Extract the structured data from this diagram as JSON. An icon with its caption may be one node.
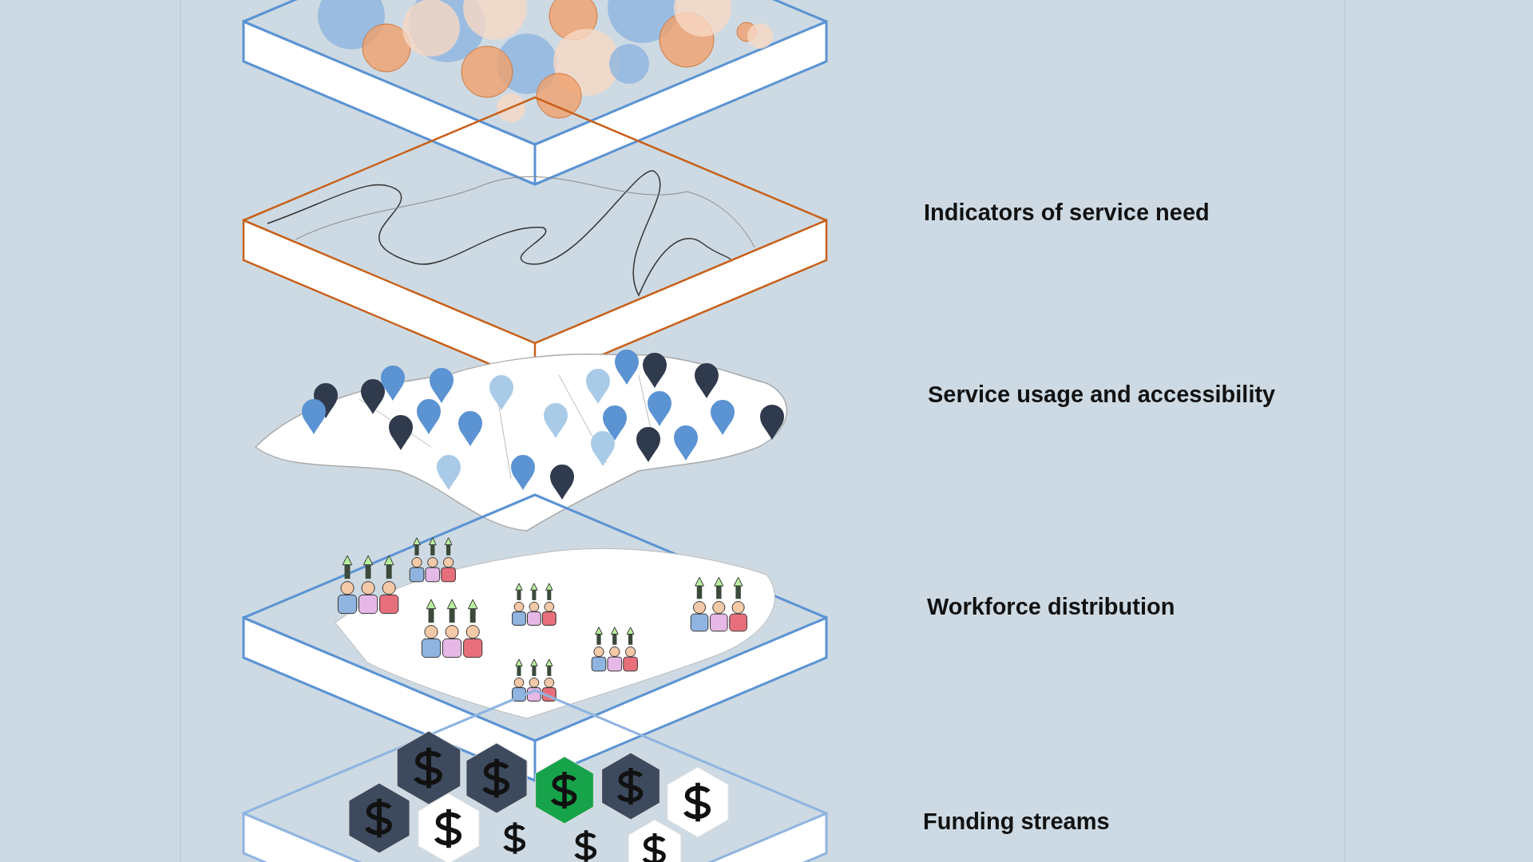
{
  "diagram": {
    "labels": [
      "Indicators of service need",
      "Service usage and accessibility",
      "Workforce distribution",
      "Funding streams"
    ]
  }
}
